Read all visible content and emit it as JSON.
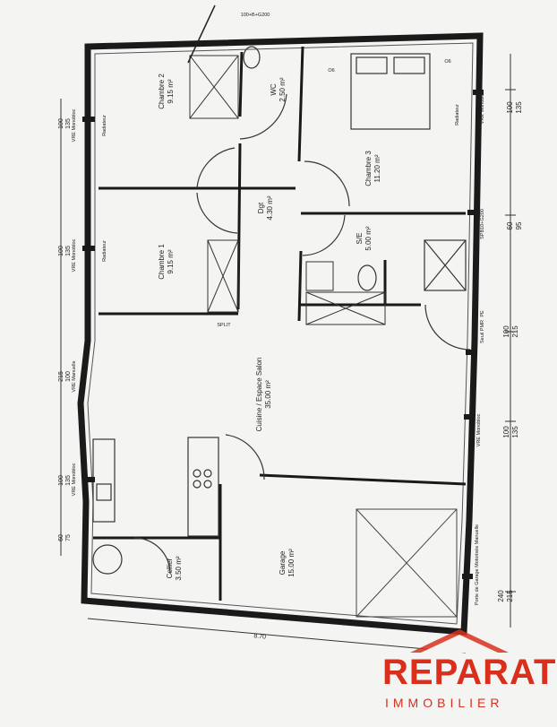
{
  "plan": {
    "rooms": {
      "chambre2": {
        "name": "Chambre 2",
        "area": "9.15 m²"
      },
      "chambre1": {
        "name": "Chambre 1",
        "area": "9.15 m²"
      },
      "wc": {
        "name": "WC",
        "area": "2.50 m²"
      },
      "dgt": {
        "name": "Dgt",
        "area": "4.30 m²"
      },
      "chambre3": {
        "name": "Chambre 3",
        "area": "11.20 m²"
      },
      "sde": {
        "name": "S/E",
        "area": "5.00 m²"
      },
      "cuisine": {
        "name": "Cuisine / Espace Salon",
        "area": "35.00 m²"
      },
      "garage": {
        "name": "Garage",
        "area": "15.00 m²"
      },
      "cellier": {
        "name": "Cellier",
        "area": "3.50 m²"
      }
    },
    "labels": {
      "vre_manuelle": "VRE Manuelle",
      "vre_monobloc": "VRE Monobloc",
      "radiateur": "Radiateur",
      "split": "SPLIT",
      "seuil_pmr": "Seuil PMR",
      "pe": "PE",
      "spb": "SPB10+G200",
      "porte_garage": "Porte de Garage Motorisée Manuelle",
      "dim_top": "100+B+G200",
      "dim_bottom": "8.70",
      "d_o6": "O6"
    },
    "dims_right": [
      {
        "a": "100",
        "b": "135"
      },
      {
        "a": "60",
        "b": "95"
      },
      {
        "a": "100",
        "b": "215"
      },
      {
        "a": "100",
        "b": "135"
      },
      {
        "a": "240",
        "b": "215"
      }
    ],
    "dims_left": [
      {
        "a": "100",
        "b": "135"
      },
      {
        "a": "100",
        "b": "135"
      },
      {
        "a": "215",
        "b": "100"
      },
      {
        "a": "100",
        "b": "135"
      },
      {
        "a": "60",
        "b": "75"
      }
    ]
  },
  "brand": {
    "name": "REPARAT",
    "tagline": "IMMOBILIER",
    "color": "#d8301c"
  }
}
